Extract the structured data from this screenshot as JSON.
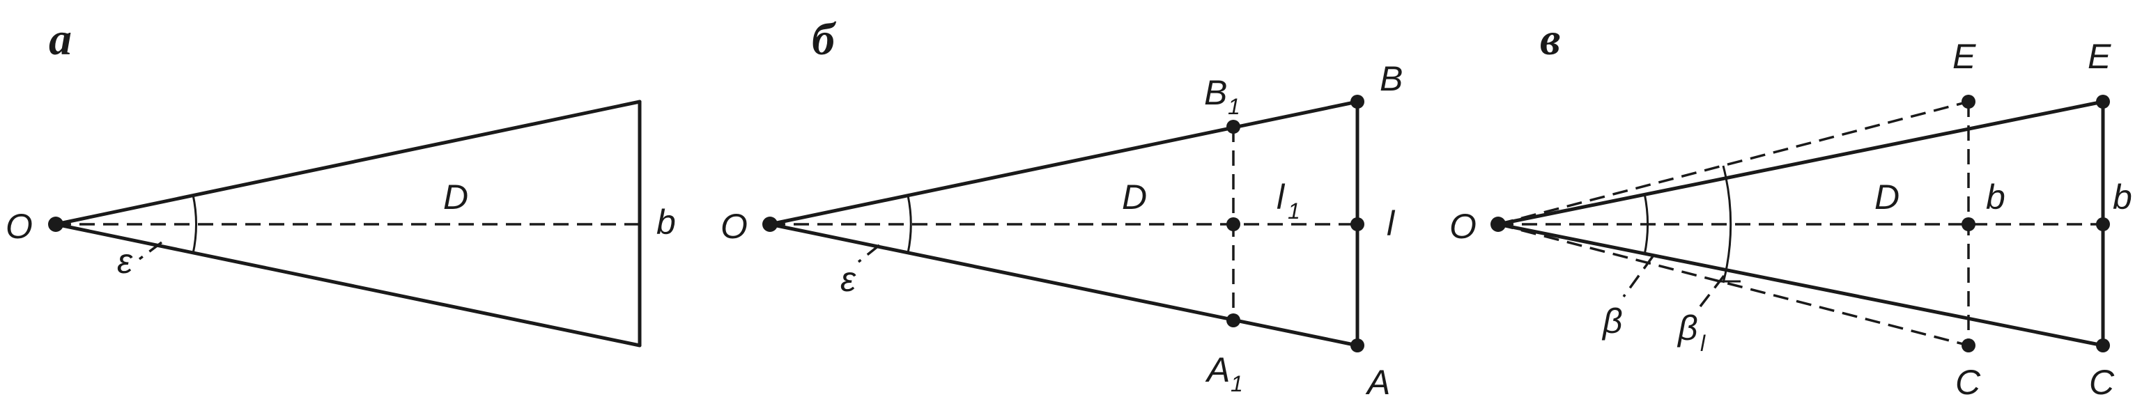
{
  "panel_a": {
    "heading": "а",
    "origin_label": "O",
    "distance_label": "D",
    "size_label": "b",
    "angle_label": "ε"
  },
  "panel_b": {
    "heading": "б",
    "origin_label": "O",
    "distance_label": "D",
    "angle_label": "ε",
    "top_far_label": "B",
    "top_near_label": "B",
    "top_near_sub": "1",
    "bottom_far_label": "A",
    "bottom_near_label": "A",
    "bottom_near_sub": "1",
    "mid_far_label": "l",
    "mid_near_label": "l",
    "mid_near_sub": "1"
  },
  "panel_c": {
    "heading": "в",
    "origin_label": "O",
    "distance_label": "D",
    "top_near_label": "E",
    "top_far_label": "E",
    "bottom_near_label": "C",
    "bottom_far_label": "C",
    "mid_near_label": "b",
    "mid_far_label": "b",
    "angle_label": "β",
    "angle2_label": "β",
    "angle2_sub": "l"
  }
}
